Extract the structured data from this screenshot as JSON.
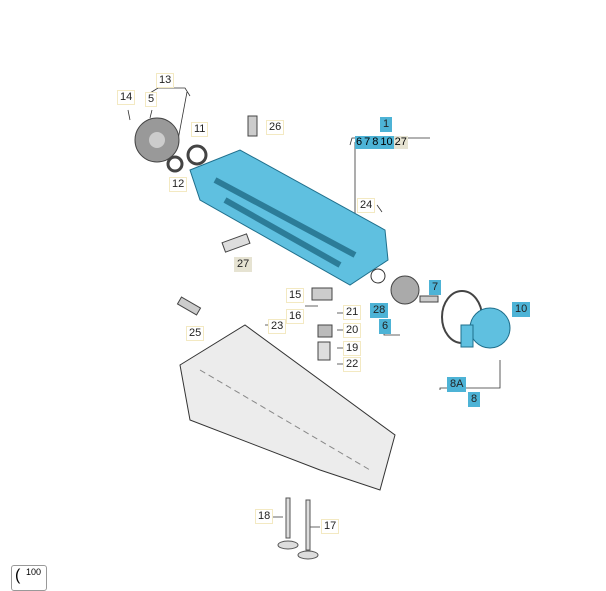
{
  "diagram": {
    "callouts": {
      "c13": "13",
      "c14": "14",
      "c5": "5",
      "c11": "11",
      "c12": "12",
      "c26": "26",
      "c1": "1",
      "c24": "24",
      "c27": "27",
      "c15": "15",
      "c21": "21",
      "c16": "16",
      "c20": "20",
      "c23": "23",
      "c19": "19",
      "c22": "22",
      "c25": "25",
      "c28": "28",
      "c6": "6",
      "c7": "7",
      "c10": "10",
      "c8a": "8A",
      "c8": "8",
      "c18": "18",
      "c17": "17"
    },
    "group_1": [
      "6",
      "7",
      "8",
      "10",
      "27"
    ],
    "thumbnail_label": "100"
  },
  "colors": {
    "highlight": "#4db3d6",
    "part_fill": "#5fc0e0",
    "neutral": "#e6e3d2"
  }
}
